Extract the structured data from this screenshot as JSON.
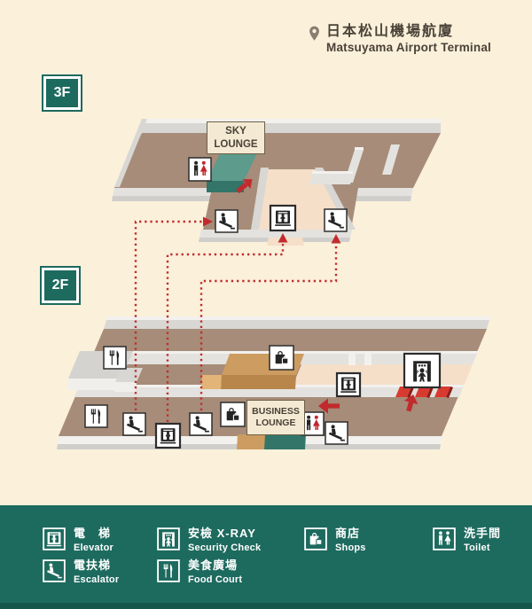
{
  "header": {
    "title_zh": "日本松山機場航廈",
    "title_en": "Matsuyama Airport Terminal"
  },
  "floor_badges": {
    "f3": "3F",
    "f2": "2F"
  },
  "map_labels": {
    "sky_lounge": "SKY LOUNGE",
    "business_lounge": "BUSINESS LOUNGE"
  },
  "legend": {
    "items": [
      {
        "id": "elevator-icon",
        "zh": "電　梯",
        "en": "Elevator"
      },
      {
        "id": "escalator-icon",
        "zh": "電扶梯",
        "en": "Escalator"
      },
      {
        "id": "security-check-icon",
        "zh": "安檢 X-RAY",
        "en": "Security Check"
      },
      {
        "id": "food-court-icon",
        "zh": "美食廣場",
        "en": "Food Court"
      },
      {
        "id": "shops-icon",
        "zh": "商店",
        "en": "Shops"
      },
      {
        "id": "toilet-icon",
        "zh": "洗手間",
        "en": "Toilet"
      }
    ]
  },
  "colors": {
    "green": "#1d6a5e",
    "green-dark": "#15564b",
    "cream": "#fbf0da",
    "brown": "#a68c79",
    "peach": "#f5dfc9",
    "tan-top": "#cc9c60",
    "tan-side": "#b8854b",
    "tan-light": "#e2b477",
    "teal-top": "#5d9b8d",
    "teal-side": "#337569",
    "red": "#c12b2e",
    "female-red": "#c1272d",
    "sec-red": "#d93a30",
    "sec-red-dark": "#8e1d18",
    "label-bg": "#f4e9d3",
    "label-border": "#6f6149",
    "ink": "#4a4238"
  }
}
